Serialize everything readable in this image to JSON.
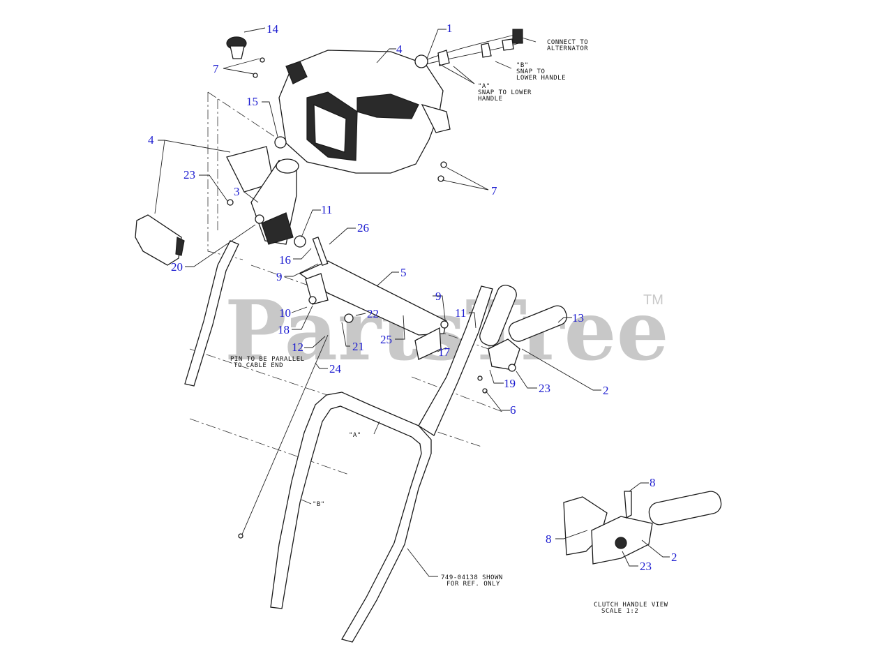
{
  "watermark": {
    "text": "PartsTree",
    "trademark": "TM"
  },
  "callouts": [
    {
      "id": "c1",
      "label": "1"
    },
    {
      "id": "c2a",
      "label": "2"
    },
    {
      "id": "c2b",
      "label": "2"
    },
    {
      "id": "c3",
      "label": "3"
    },
    {
      "id": "c4a",
      "label": "4"
    },
    {
      "id": "c4b",
      "label": "4"
    },
    {
      "id": "c5",
      "label": "5"
    },
    {
      "id": "c6",
      "label": "6"
    },
    {
      "id": "c7a",
      "label": "7"
    },
    {
      "id": "c7b",
      "label": "7"
    },
    {
      "id": "c8a",
      "label": "8"
    },
    {
      "id": "c8b",
      "label": "8"
    },
    {
      "id": "c9a",
      "label": "9"
    },
    {
      "id": "c9b",
      "label": "9"
    },
    {
      "id": "c10",
      "label": "10"
    },
    {
      "id": "c11a",
      "label": "11"
    },
    {
      "id": "c11b",
      "label": "11"
    },
    {
      "id": "c12",
      "label": "12"
    },
    {
      "id": "c13",
      "label": "13"
    },
    {
      "id": "c14",
      "label": "14"
    },
    {
      "id": "c15",
      "label": "15"
    },
    {
      "id": "c16",
      "label": "16"
    },
    {
      "id": "c17",
      "label": "17"
    },
    {
      "id": "c18",
      "label": "18"
    },
    {
      "id": "c19",
      "label": "19"
    },
    {
      "id": "c20",
      "label": "20"
    },
    {
      "id": "c21",
      "label": "21"
    },
    {
      "id": "c22",
      "label": "22"
    },
    {
      "id": "c23a",
      "label": "23"
    },
    {
      "id": "c23b",
      "label": "23"
    },
    {
      "id": "c23c",
      "label": "23"
    },
    {
      "id": "c24",
      "label": "24"
    },
    {
      "id": "c25",
      "label": "25"
    },
    {
      "id": "c26",
      "label": "26"
    }
  ],
  "notes": {
    "alternator": [
      "CONNECT TO",
      "ALTERNATOR"
    ],
    "snap_b": [
      "\"B\"",
      "SNAP TO",
      "LOWER HANDLE"
    ],
    "snap_a": [
      "\"A\"",
      "SNAP TO LOWER",
      "HANDLE"
    ],
    "pin": [
      "PIN TO BE PARALLEL",
      "TO CABLE END"
    ],
    "ref_a": "\"A\"",
    "ref_b": "\"B\"",
    "shown_ref": [
      "749-04138 SHOWN",
      "FOR REF. ONLY"
    ],
    "clutch_view": [
      "CLUTCH HANDLE VIEW",
      "SCALE 1:2"
    ]
  }
}
